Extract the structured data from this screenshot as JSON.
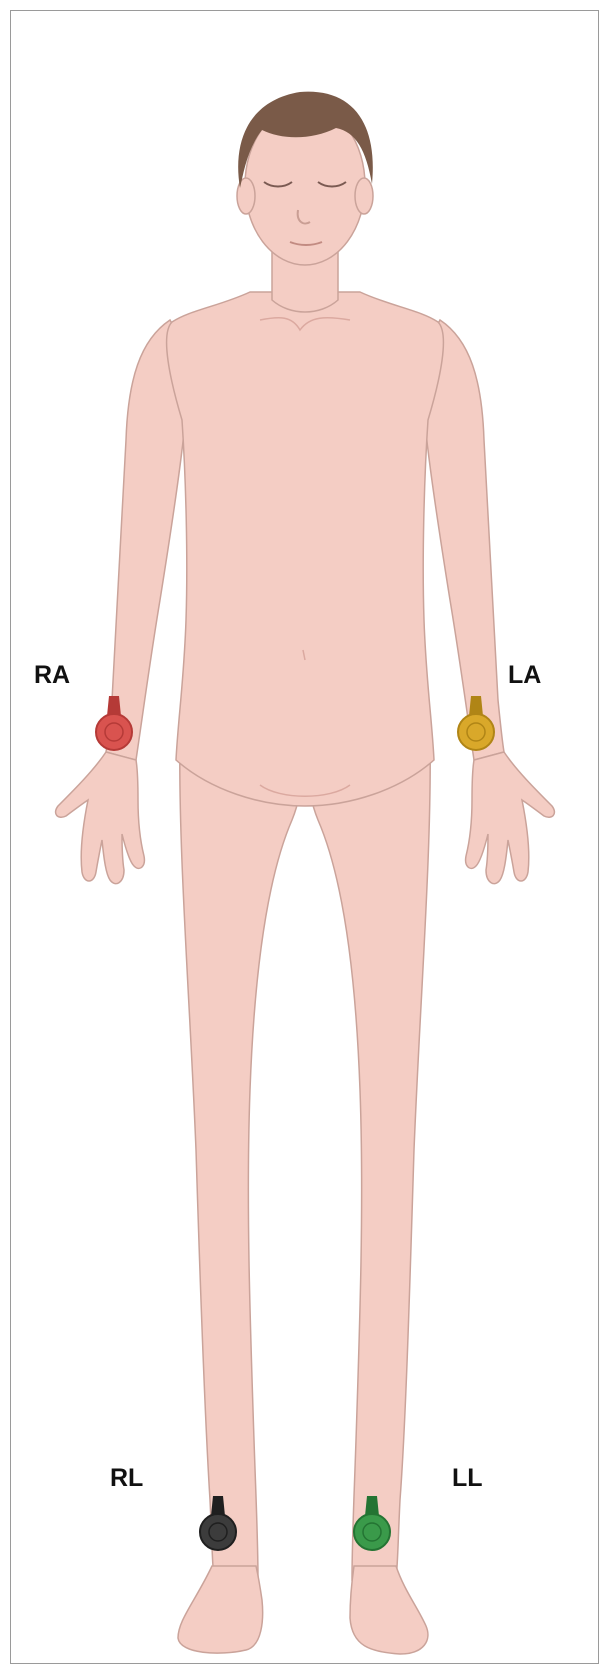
{
  "figure": {
    "skin_color": "#f4cdc4",
    "skin_outline": "#caa39a",
    "hair_color": "#7a5a48"
  },
  "electrodes": [
    {
      "id": "RA",
      "label": "RA",
      "color": "#d9534f",
      "dark": "#b53a37"
    },
    {
      "id": "LA",
      "label": "LA",
      "color": "#d9a82a",
      "dark": "#b08516"
    },
    {
      "id": "RL",
      "label": "RL",
      "color": "#3c3c3c",
      "dark": "#1f1f1f"
    },
    {
      "id": "LL",
      "label": "LL",
      "color": "#3a9a4a",
      "dark": "#247433"
    }
  ]
}
